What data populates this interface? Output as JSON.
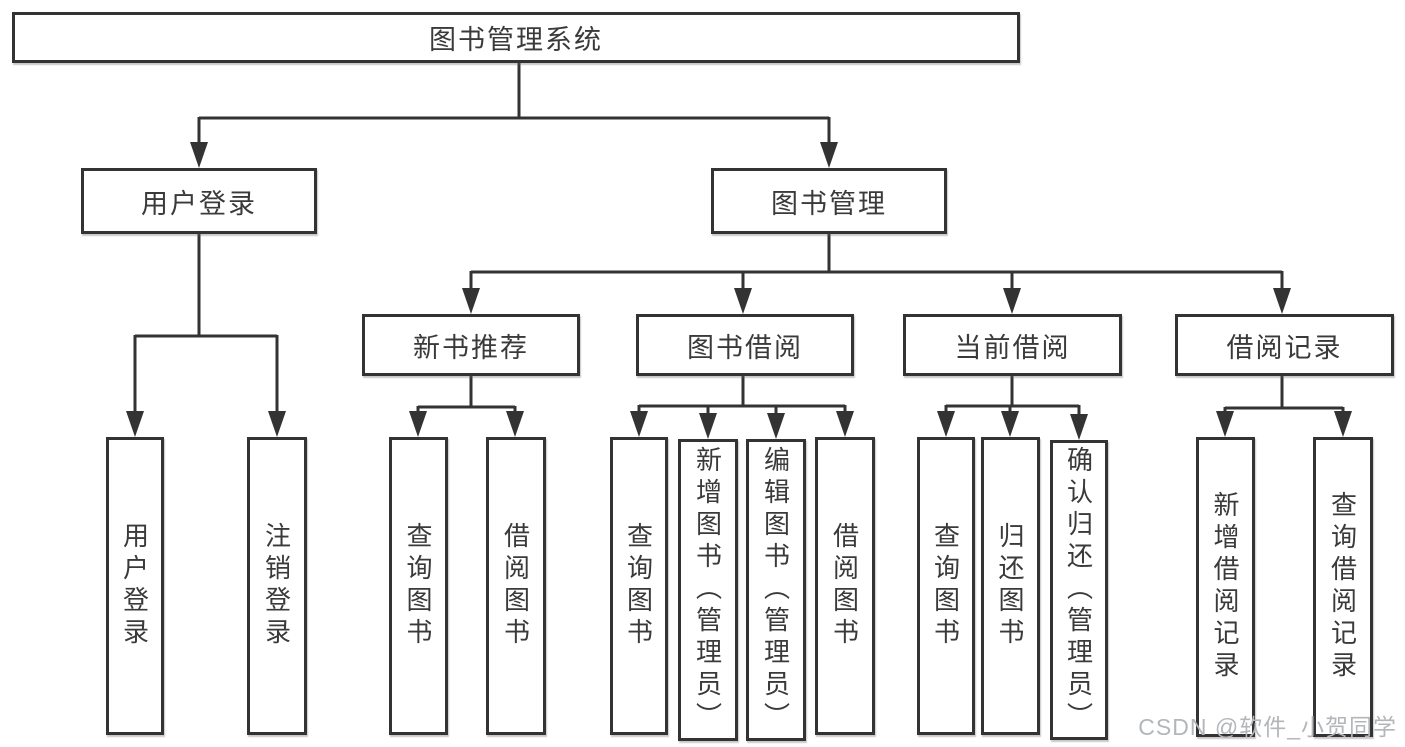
{
  "diagram_type": "hierarchy-tree",
  "tree": {
    "label": "图书管理系统",
    "children": [
      {
        "label": "用户登录",
        "children": [
          {
            "label": "用户登录"
          },
          {
            "label": "注销登录"
          }
        ]
      },
      {
        "label": "图书管理",
        "children": [
          {
            "label": "新书推荐",
            "children": [
              {
                "label": "查询图书"
              },
              {
                "label": "借阅图书"
              }
            ]
          },
          {
            "label": "图书借阅",
            "children": [
              {
                "label": "查询图书"
              },
              {
                "label": "新增图书（管理员）"
              },
              {
                "label": "编辑图书（管理员）"
              },
              {
                "label": "借阅图书"
              }
            ]
          },
          {
            "label": "当前借阅",
            "children": [
              {
                "label": "查询图书"
              },
              {
                "label": "归还图书"
              },
              {
                "label": "确认归还（管理员）"
              }
            ]
          },
          {
            "label": "借阅记录",
            "children": [
              {
                "label": "新增借阅记录"
              },
              {
                "label": "查询借阅记录"
              }
            ]
          }
        ]
      }
    ]
  },
  "watermark": {
    "text": "CSDN @软件_小贺同学"
  },
  "colors": {
    "line": "#333333",
    "border": "#333333",
    "text": "#3a3a3a",
    "box_fill": "#ffffff",
    "watermark": "#b3b6ba"
  }
}
